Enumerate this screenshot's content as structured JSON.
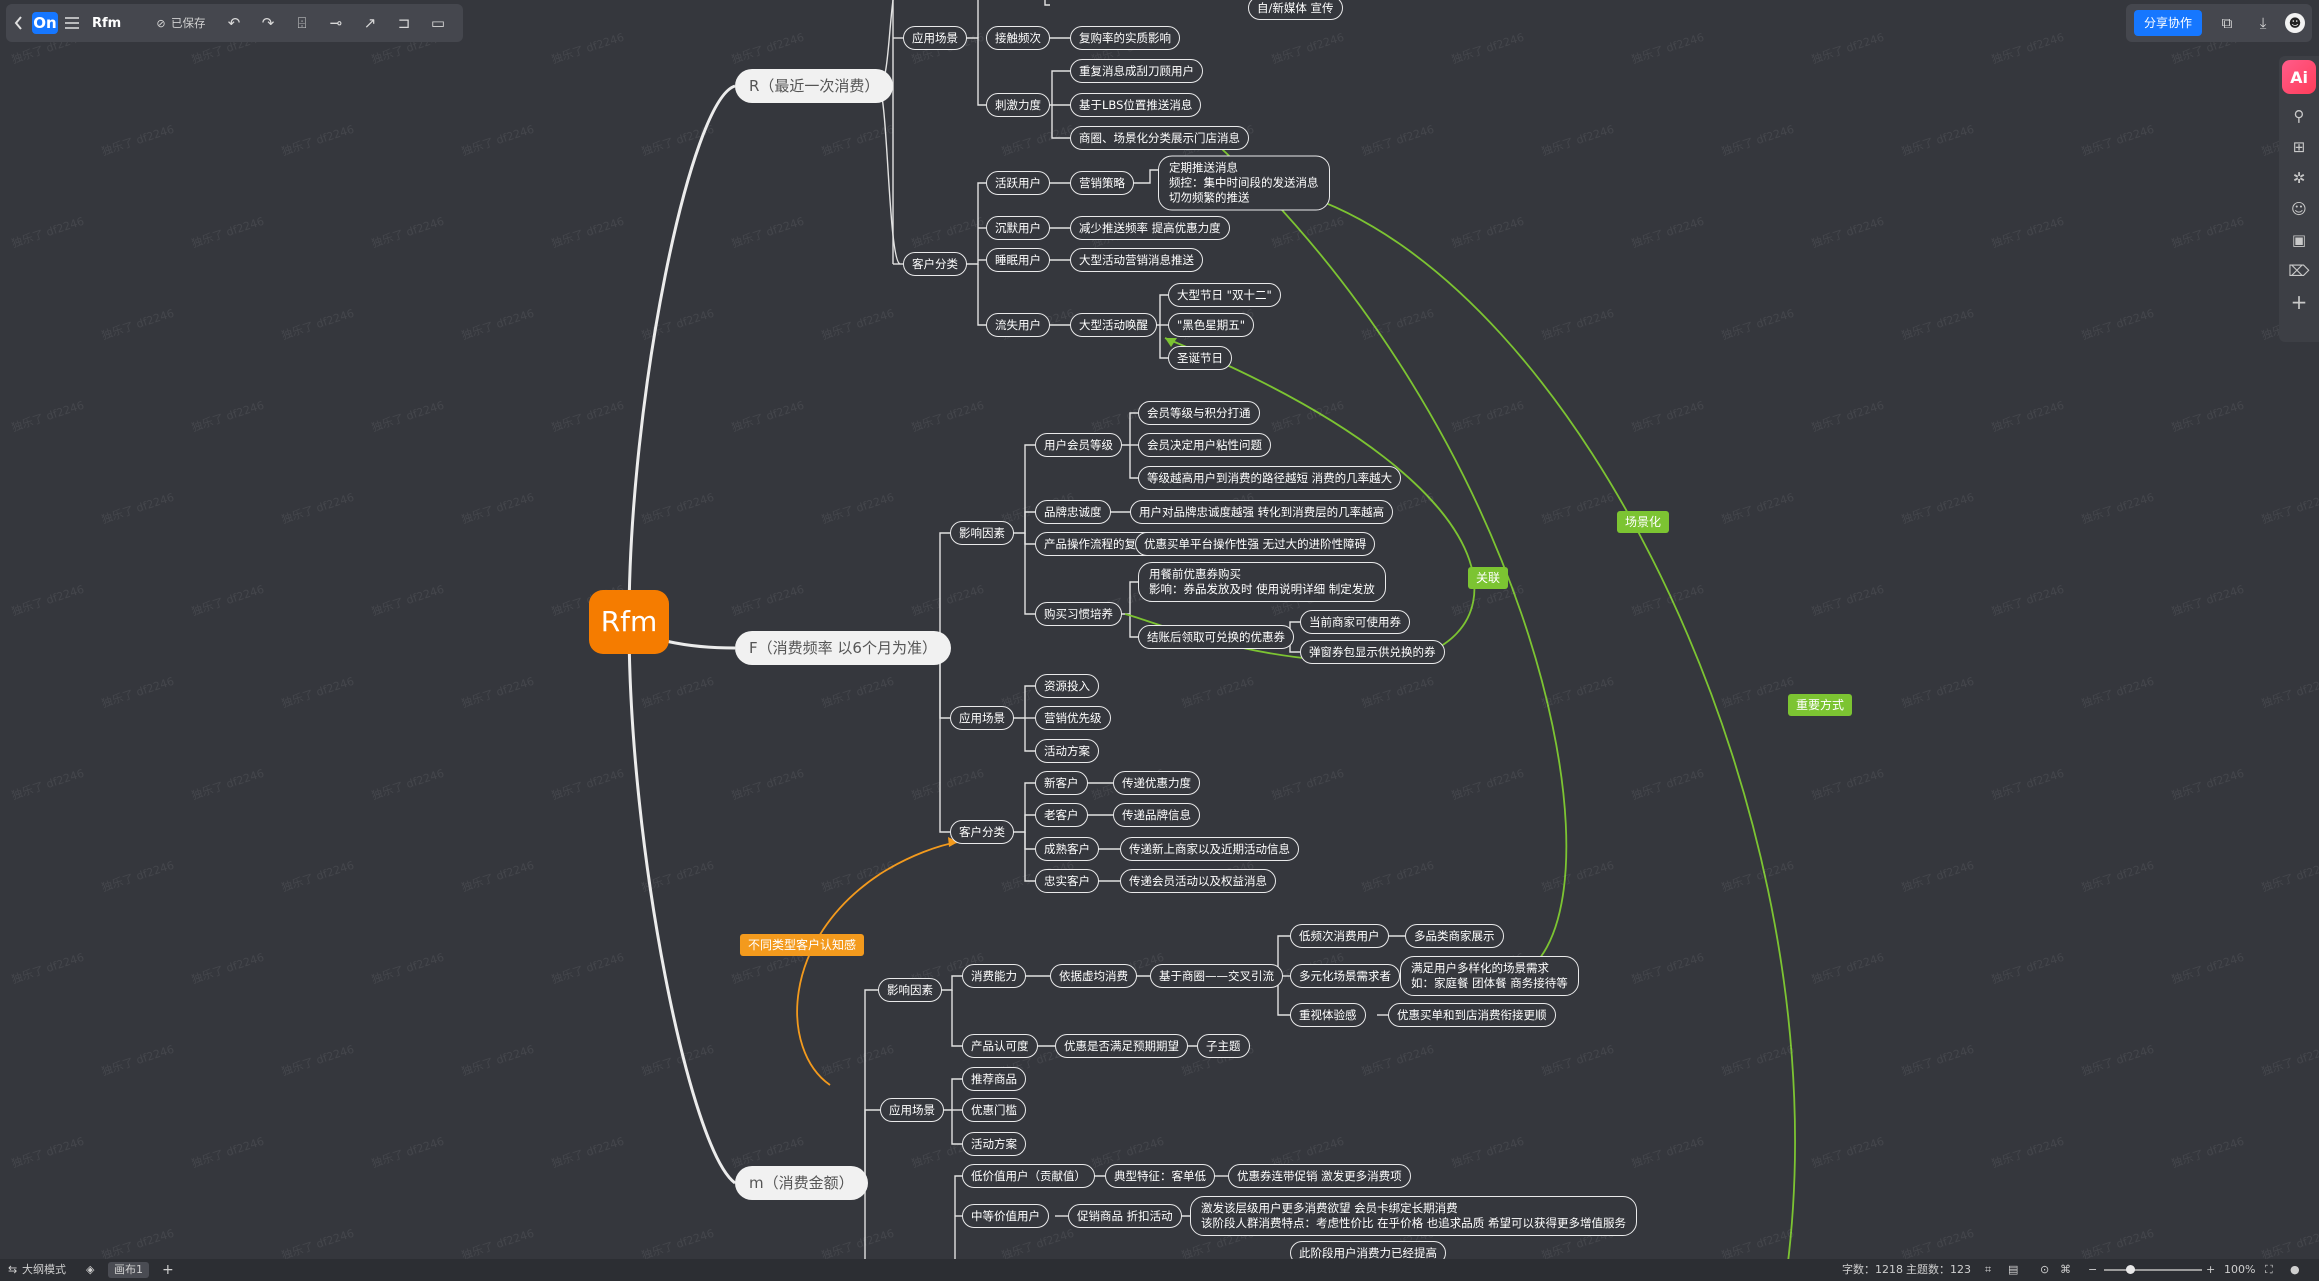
{
  "app": {
    "logo": "On",
    "doc_title": "Rfm",
    "saved_status": "已保存"
  },
  "share": {
    "label": "分享协作"
  },
  "ai": {
    "label": "Ai"
  },
  "watermark": "独乐了 df2246",
  "map": {
    "root": "Rfm",
    "branches": {
      "r": "R（最近一次消费）",
      "f": "F（消费频率 以6个月为准）",
      "m": "m（消费金额）"
    },
    "r": {
      "partial_top": "自/新媒体 宣传",
      "scene": "应用场景",
      "touch": "接触频次",
      "touch_1": "复购率的实质影响",
      "stim": "刺激力度",
      "stim_1": "重复消息成刮刀顾用户",
      "stim_2": "基于LBS位置推送消息",
      "stim_3": "商圈、场景化分类展示门店消息",
      "seg": "客户分类",
      "active": "活跃用户",
      "active_1": "营销策略",
      "active_note_1": "定期推送消息",
      "active_note_2": "频控：集中时间段的发送消息",
      "active_note_3": "切勿频繁的推送",
      "silent": "沉默用户",
      "silent_1": "减少推送频率 提高优惠力度",
      "sleep": "睡眠用户",
      "sleep_1": "大型活动营销消息推送",
      "lost": "流失用户",
      "lost_1": "大型活动唤醒",
      "lost_a": "大型节日 \"双十二\"",
      "lost_b": "\"黑色星期五\"",
      "lost_c": "圣诞节日"
    },
    "f": {
      "factors": "影响因素",
      "member": "用户会员等级",
      "member_1": "会员等级与积分打通",
      "member_2": "会员决定用户粘性问题",
      "member_3": "等级越高用户到消费的路径越短 消费的几率越大",
      "loyal": "品牌忠诚度",
      "loyal_1": "用户对品牌忠诚度越强 转化到消费层的几率越高",
      "ops": "产品操作流程的复杂度",
      "ops_1": "优惠买单平台操作性强 无过大的进阶性障碍",
      "habit": "购买习惯培养",
      "habit_note_1": "用餐前优惠券购买",
      "habit_note_2": "影响：券品发放及时 使用说明详细 制定发放",
      "habit_2": "结账后领取可兑换的优惠券",
      "habit_2a": "当前商家可使用券",
      "habit_2b": "弹窗券包显示供兑换的券",
      "scene": "应用场景",
      "scene_1": "资源投入",
      "scene_2": "营销优先级",
      "scene_3": "活动方案",
      "seg": "客户分类",
      "new": "新客户",
      "new_1": "传递优惠力度",
      "old": "老客户",
      "old_1": "传递品牌信息",
      "mature": "成熟客户",
      "mature_1": "传递新上商家以及近期活动信息",
      "loyal_c": "忠实客户",
      "loyal_c1": "传递会员活动以及权益消息"
    },
    "m": {
      "factors": "影响因素",
      "ability": "消费能力",
      "ability_1": "依据虚均消费",
      "ability_2": "基于商圈——交叉引流",
      "low_freq": "低频次消费用户",
      "low_freq_1": "多品类商家展示",
      "multi": "多元化场景需求者",
      "multi_note_1": "满足用户多样化的场景需求",
      "multi_note_2": "如：家庭餐 团体餐  商务接待等",
      "exp": "重视体验感",
      "exp_1": "优惠买单和到店消费衔接更顺",
      "accept": "产品认可度",
      "accept_1": "优惠是否满足预期期望",
      "accept_2": "子主题",
      "scene": "应用场景",
      "scene_1": "推荐商品",
      "scene_2": "优惠门槛",
      "scene_3": "活动方案",
      "low_val": "低价值用户（贡献值）",
      "low_val_1": "典型特征：客单低",
      "low_val_2": "优惠券连带促销 激发更多消费项",
      "mid_val": "中等价值用户",
      "mid_val_1": "促销商品 折扣活动",
      "mid_note_1": "激发该层级用户更多消费欲望 会员卡绑定长期消费",
      "mid_note_2": "该阶段人群消费特点：考虑性价比 在乎价格 也追求品质 希望可以获得更多增值服务",
      "bottom": "此阶段用户消费力已经提高"
    },
    "relations": {
      "scene": "场景化",
      "assoc": "关联",
      "reach": "重要方式",
      "cognition": "不同类型客户认知感"
    }
  },
  "status": {
    "outline_mode": "大纲模式",
    "canvas_tab": "画布1",
    "word_count": "字数：1218",
    "topic_count": "主题数：123",
    "zoom": "100%"
  },
  "icons": [
    "back-icon",
    "menu-icon",
    "saved-check-icon",
    "undo-icon",
    "redo-icon",
    "format-brush-icon",
    "insert-topic-icon",
    "relation-icon",
    "summary-icon",
    "boundary-icon",
    "present-icon",
    "download-icon",
    "avatar-icon",
    "style-icon",
    "structure-icon",
    "theme-icon",
    "emoji-icon",
    "image-icon",
    "tag-icon",
    "add-icon",
    "outline-icon",
    "layers-icon",
    "add-tab-icon",
    "fit-icon",
    "view-icon",
    "locate-icon",
    "map-icon",
    "zoom-out-icon",
    "zoom-in-icon",
    "fullscreen-icon",
    "help-icon"
  ]
}
